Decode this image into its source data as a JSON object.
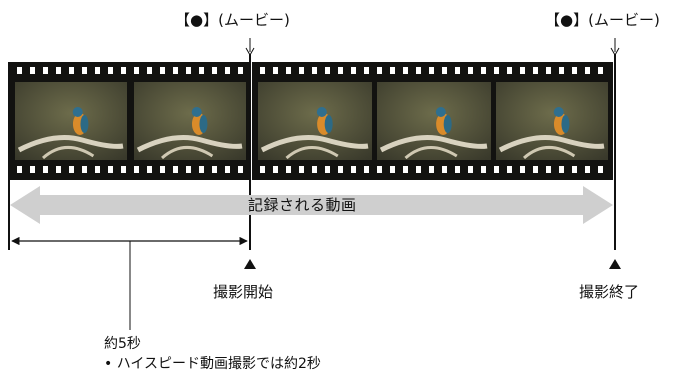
{
  "markers": {
    "movie_button_label": "【●】(ムービー)"
  },
  "arrow_label": "記録される動画",
  "start_label": "撮影開始",
  "end_label": "撮影終了",
  "note": {
    "duration": "約5秒",
    "bullet_text": "• ハイスピード動画撮影では約2秒"
  },
  "colors": {
    "film": "#121210",
    "frame_bg": "#5a5a3e",
    "wide_arrow": "#cfcfcf"
  }
}
